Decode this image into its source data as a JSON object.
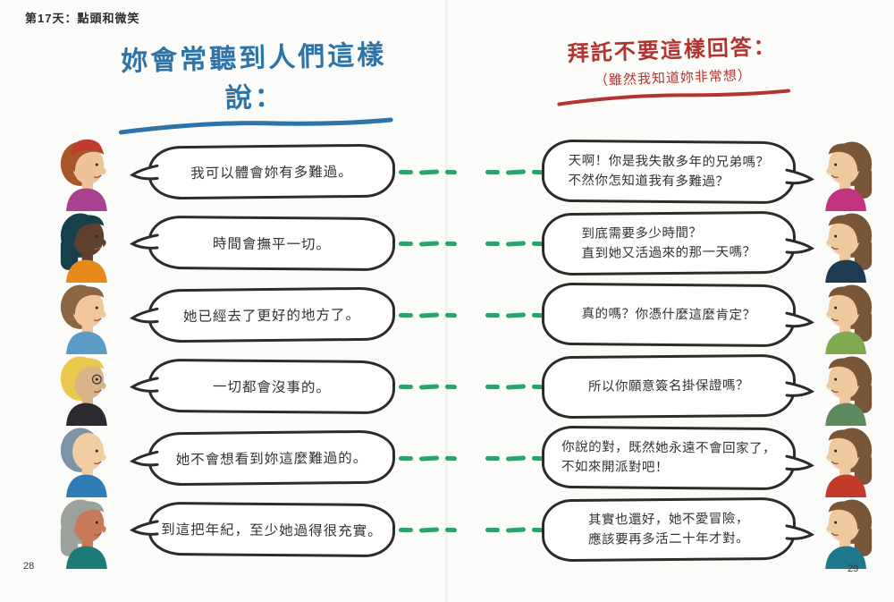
{
  "page": {
    "header": "第17天：點頭和微笑",
    "left_page_number": "28",
    "right_page_number": "29"
  },
  "titles": {
    "left": "妳會常聽到人們這樣說：",
    "right": "拜託不要這樣回答：",
    "right_sub": "（雖然我知道妳非常想）"
  },
  "colors": {
    "background": "#fbfbf9",
    "text": "#33322e",
    "bubble_stroke": "#2b2b28",
    "dash_green": "#2ba36b",
    "title_left": "#2e74a8",
    "title_right": "#b23430"
  },
  "rows": [
    {
      "say": "我可以體會妳有多難過。",
      "reply": "天啊！你是我失散多年的兄弟嗎？\n不然你怎知道我有多難過？"
    },
    {
      "say": "時間會撫平一切。",
      "reply": "到底需要多少時間？\n直到她又活過來的那一天嗎？"
    },
    {
      "say": "她已經去了更好的地方了。",
      "reply": "真的嗎？你憑什麼這麼肯定？"
    },
    {
      "say": "一切都會沒事的。",
      "reply": "所以你願意簽名掛保證嗎？"
    },
    {
      "say": "她不會想看到妳這麼難過的。",
      "reply": "你說的對，既然她永遠不會回家了，\n不如來開派對吧！"
    },
    {
      "say": "到這把年紀，至少她過得很充實。",
      "reply": "其實也還好，她不愛冒險，\n應該要再多活二十年才對。"
    }
  ],
  "people": {
    "left": [
      {
        "name": "man-red-beanie-beard",
        "hair": "#a8562a",
        "skin": "#eec397",
        "shirt": "#a8418f",
        "accessory": "red-beanie",
        "long_hair": false
      },
      {
        "name": "woman-dark-skin-ponytail",
        "hair": "#16404a",
        "skin": "#5f3f2e",
        "shirt": "#e8891c",
        "accessory": "ponytail",
        "long_hair": true
      },
      {
        "name": "man-brown-hair-striped-shirt",
        "hair": "#8a6644",
        "skin": "#f1c69c",
        "shirt": "#5b9bc8",
        "accessory": "",
        "long_hair": false
      },
      {
        "name": "person-blonde-glasses",
        "hair": "#e9c94e",
        "skin": "#d9b488",
        "shirt": "#2a2a30",
        "accessory": "glasses",
        "long_hair": false
      },
      {
        "name": "older-man-balding",
        "hair": "#7e93a6",
        "skin": "#f2cda3",
        "shirt": "#2f7cb6",
        "accessory": "balding",
        "long_hair": false
      },
      {
        "name": "older-woman-gray-hair",
        "hair": "#9aa29b",
        "skin": "#c87a58",
        "shirt": "#1e7a77",
        "accessory": "",
        "long_hair": true
      }
    ],
    "right": [
      {
        "name": "woman-blue-headband-pink-shirt",
        "hair": "#7a5638",
        "skin": "#f0c89e",
        "shirt": "#c23480",
        "accessory": "blue-headband",
        "long_hair": true
      },
      {
        "name": "woman-loose-hair-navy-shirt",
        "hair": "#7a5638",
        "skin": "#f0c89e",
        "shirt": "#1d3b53",
        "accessory": "",
        "long_hair": true
      },
      {
        "name": "woman-ponytail-green-shirt",
        "hair": "#7a5638",
        "skin": "#f0c89e",
        "shirt": "#7fa851",
        "accessory": "ponytail",
        "long_hair": true
      },
      {
        "name": "woman-hair-clip-striped-shirt",
        "hair": "#7a5638",
        "skin": "#f0c89e",
        "shirt": "#5d8b5f",
        "accessory": "hair-clip",
        "long_hair": true
      },
      {
        "name": "woman-braid-red-shirt",
        "hair": "#7a5638",
        "skin": "#f0c89e",
        "shirt": "#c33a2b",
        "accessory": "braid",
        "long_hair": true
      },
      {
        "name": "woman-long-hair-teal-shirt",
        "hair": "#7a5638",
        "skin": "#f0c89e",
        "shirt": "#20788c",
        "accessory": "",
        "long_hair": true
      }
    ]
  }
}
